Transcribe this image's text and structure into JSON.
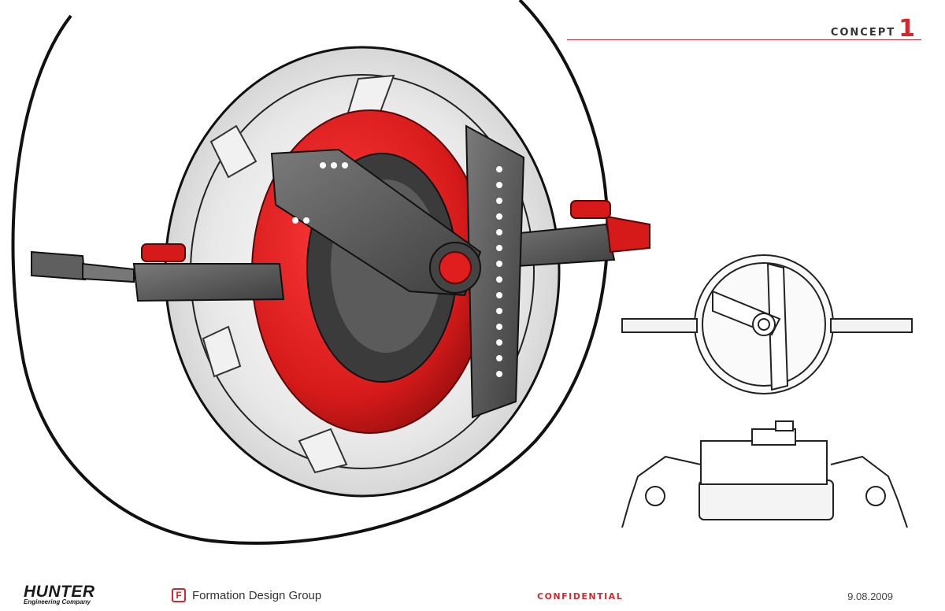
{
  "header": {
    "concept_label": "CONCEPT",
    "concept_number": "1"
  },
  "footer": {
    "company_logo": "HUNTER",
    "company_logo_sub": "Engineering Company",
    "design_group_icon": "F",
    "design_group_name": "Formation Design Group",
    "confidentiality": "CONFIDENTIAL",
    "date": "9.08.2009"
  },
  "colors": {
    "accent": "#d8262f",
    "body_gray": "#5a5a5a",
    "line": "#1a1a1a"
  },
  "icons": [
    "formation-logo-icon"
  ]
}
